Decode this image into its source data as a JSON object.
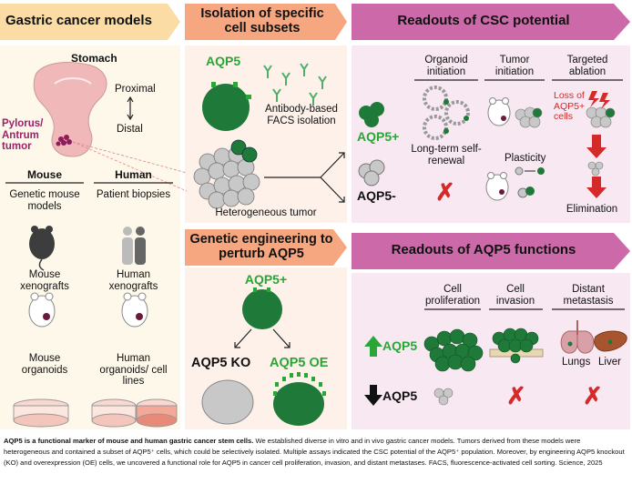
{
  "headers": {
    "models": "Gastric cancer models",
    "isolation": "Isolation of specific cell subsets",
    "readouts_csc": "Readouts of CSC potential",
    "genetic": "Genetic engineering to perturb AQP5",
    "readouts_aqp5": "Readouts of AQP5 functions"
  },
  "stomach": {
    "title": "Stomach",
    "proximal": "Proximal",
    "distal": "Distal",
    "tumor": "Pylorus/ Antrum tumor"
  },
  "models": {
    "mouse_header": "Mouse",
    "human_header": "Human",
    "mouse_items": [
      "Genetic mouse models",
      "Mouse xenografts",
      "Mouse organoids"
    ],
    "human_items": [
      "Patient biopsies",
      "Human xenografts",
      "Human organoids/ cell lines"
    ]
  },
  "isolation": {
    "aqp5_label": "AQP5",
    "facs_label": "Antibody-based FACS isolation",
    "tumor_label": "Heterogeneous tumor"
  },
  "csc": {
    "organoid_initiation": "Organoid initiation",
    "tumor_initiation": "Tumor initiation",
    "targeted_ablation": "Targeted ablation",
    "aqp5_pos": "AQP5+",
    "aqp5_neg": "AQP5-",
    "long_term": "Long-term self-renewal",
    "plasticity": "Plasticity",
    "loss": "Loss of AQP5+ cells",
    "elimination": "Elimination"
  },
  "genetic": {
    "aqp5_pos": "AQP5+",
    "ko": "AQP5 KO",
    "oe": "AQP5 OE"
  },
  "functions": {
    "proliferation": "Cell proliferation",
    "invasion": "Cell invasion",
    "metastasis": "Distant metastasis",
    "up_label": "AQP5",
    "down_label": "AQP5",
    "lungs": "Lungs",
    "liver": "Liver"
  },
  "caption": {
    "bold": "AQP5 is a functional marker of mouse and human gastric cancer stem cells.",
    "text": " We established diverse in vitro and in vivo gastric cancer models. Tumors derived from these models were heterogeneous and contained a subset of AQP5⁺ cells, which could be selectively isolated. Multiple assays indicated the CSC potential of the AQP5⁺ population. Moreover, by engineering AQP5 knockout (KO) and overexpression (OE) cells, we uncovered a functional role for AQP5 in cancer cell proliferation, invasion, and distant metastases. FACS, fluorescence-activated cell sorting. Science, 2025"
  },
  "colors": {
    "orange_arrow": "#f6a77f",
    "yellow_arrow": "#fbdca4",
    "magenta_arrow": "#cc6aa9",
    "panel_peach": "#fdf1ea",
    "panel_pink": "#f7e8f2",
    "panel_yellow": "#fef8ea",
    "cell_green": "#1f7a3a",
    "aqp5_green": "#2aa536",
    "red": "#d42a2a"
  },
  "icons": [
    "stomach-icon",
    "mouse-icon",
    "people-icon",
    "petri-dish-icon",
    "antibody-icon",
    "cell-cluster-icon",
    "organoid-icon",
    "lightning-icon",
    "down-arrow-icon",
    "x-mark-icon",
    "lung-icon",
    "liver-icon"
  ]
}
